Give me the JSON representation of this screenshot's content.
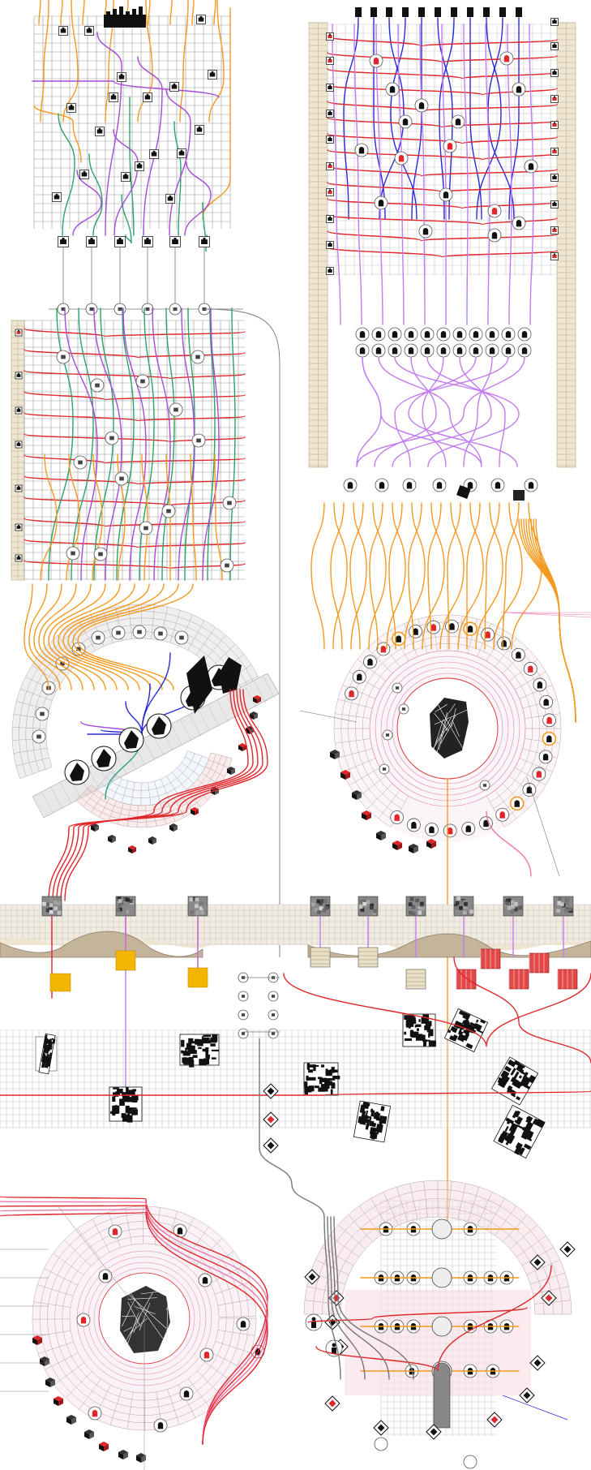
{
  "palette": {
    "orange": "#f39a1e",
    "green": "#2aa36b",
    "purple": "#a64bd6",
    "red": "#e0262b",
    "blue": "#2a2ad6",
    "violet": "#c27bf0",
    "pink": "#e87bb0",
    "grey": "#777777",
    "tan": "#efe6d2",
    "black": "#111111"
  },
  "sections": [
    {
      "name": "top-left-network",
      "routes": [
        "orange",
        "green",
        "purple"
      ],
      "icons": [
        "building-plan-icon",
        "facade-icon",
        "section-icon"
      ]
    },
    {
      "name": "top-right-network",
      "routes": [
        "red",
        "blue",
        "violet"
      ],
      "icons": [
        "arch-window-icon",
        "door-icon",
        "column-icon"
      ]
    },
    {
      "name": "mid-left-network",
      "routes": [
        "red",
        "green",
        "orange",
        "purple"
      ],
      "icons": [
        "floor-plan-icon",
        "circle-node-icon"
      ]
    },
    {
      "name": "left-ring-diagram",
      "routes": [
        "orange",
        "red",
        "blue",
        "green"
      ],
      "icons": [
        "massing-model-icon",
        "cube-icon"
      ]
    },
    {
      "name": "right-ring-diagram",
      "routes": [
        "orange",
        "red",
        "pink"
      ],
      "icons": [
        "arch-window-icon",
        "sculpture-icon"
      ]
    },
    {
      "name": "texture-band",
      "routes": [
        "red",
        "violet",
        "grey"
      ],
      "icons": [
        "texture-tile-icon",
        "hatch-tile-icon"
      ]
    },
    {
      "name": "bottom-left-ring",
      "routes": [
        "pink",
        "red"
      ],
      "icons": [
        "cube-icon",
        "sculpture-icon"
      ]
    },
    {
      "name": "bottom-right-cluster",
      "routes": [
        "orange",
        "red",
        "grey"
      ],
      "icons": [
        "arch-window-icon",
        "diamond-node-icon",
        "figure-icon"
      ]
    }
  ]
}
